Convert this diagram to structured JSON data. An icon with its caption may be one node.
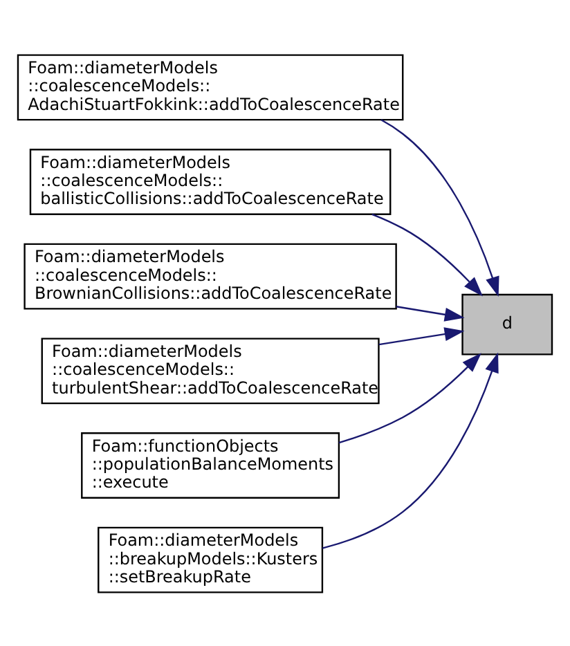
{
  "diagram": {
    "nodes": [
      {
        "text": [
          "Foam::diameterModels ::coalescenceModels:: AdachiStuartFokkink::addToCoalescenceRate"
        ]
      },
      {
        "text": [
          "Foam::diameterModels ::coalescenceModels:: ballisticCollisions::addToCoalescenceRate"
        ]
      },
      {
        "text": [
          "Foam::diameterModels ::coalescenceModels:: BrownianCollisions::addToCoalescenceRate"
        ]
      },
      {
        "text": [
          "Foam::diameterModels ::coalescenceModels:: turbulentShear::addToCoalescenceRate"
        ]
      },
      {
        "text": [
          "Foam::functionObjects ::populationBalanceMoments ::execute"
        ]
      },
      {
        "text": [
          "Foam::diameterModels ::breakupModels::Kusters ::setBreakupRate"
        ]
      },
      {
        "text": [
          "d"
        ]
      }
    ],
    "edges": [
      {
        "from": 0,
        "to": 6,
        "arrow": "to"
      },
      {
        "from": 1,
        "to": 6,
        "arrow": "to"
      },
      {
        "from": 2,
        "to": 6,
        "arrow": "to"
      },
      {
        "from": 3,
        "to": 6,
        "arrow": "to"
      },
      {
        "from": 4,
        "to": 6,
        "arrow": "to"
      },
      {
        "from": 5,
        "to": 6,
        "arrow": "to"
      }
    ]
  }
}
